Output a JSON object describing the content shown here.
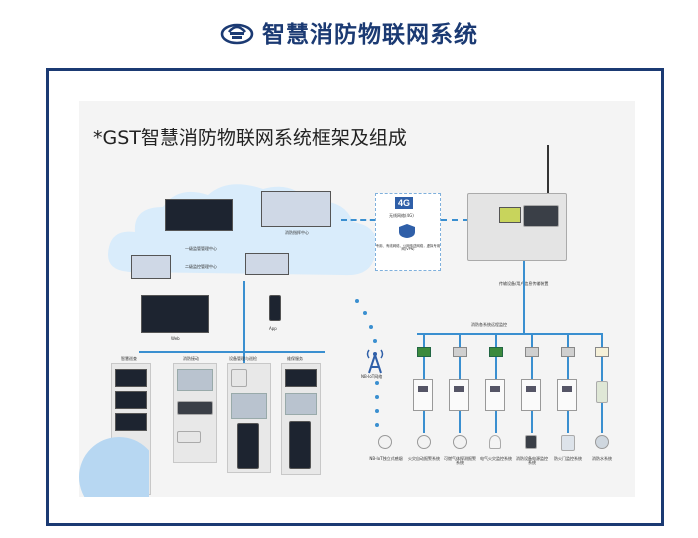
{
  "header": {
    "title": "智慧消防物联网系统",
    "logo_icon": "fire-cloud-logo-icon",
    "title_color": "#1b3a73"
  },
  "diagram": {
    "title": "*GST智慧消防物联网系统框架及组成",
    "cloud_labels": {
      "level1": "一级监管管理中心",
      "level2": "二级监控管理中心",
      "fire_control": "消防指挥中心"
    },
    "terminals": {
      "web": "Web",
      "app": "App"
    },
    "apps": [
      "智慧巡查",
      "消防接动",
      "设备管理与巡检",
      "维保服务"
    ],
    "network": {
      "badge": "4G",
      "wireless": "无线网络(4G)",
      "vpn": "专用、有线网络，公网传送网络，虚拟专用网(VPN)"
    },
    "gateway": {
      "transmission": "传输设备/用户信息传输装置",
      "monitoring": "消防各系统远程监控"
    },
    "nbiot": "NB-IoT网络",
    "subsystems": [
      "NB-IoT独立式感烟",
      "火灾自动报警系统",
      "可燃气体探测报警系统",
      "电气火灾监控系统",
      "消防设备电源监控系统",
      "防火门监控系统",
      "消防水系统"
    ],
    "accent_blue": "#3a8fd0"
  }
}
